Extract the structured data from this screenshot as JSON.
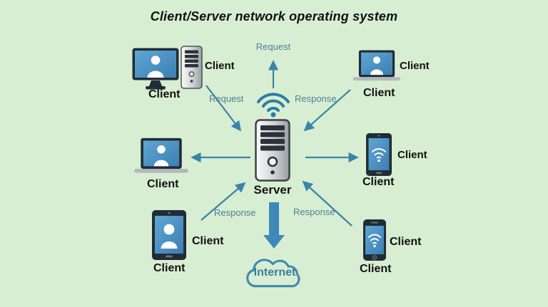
{
  "title": "Client/Server network operating system",
  "server": {
    "label": "Server"
  },
  "internet": {
    "label": "Internet"
  },
  "edges": {
    "top_request": "Request",
    "left_request": "Request",
    "right_response": "Response",
    "bottom_left_response": "Response",
    "bottom_right_response": "Response"
  },
  "clients": {
    "top_left": {
      "device": "desktop-with-tower",
      "side_label": "Client",
      "bottom_label": "Client"
    },
    "top_right": {
      "device": "laptop",
      "side_label": "Client",
      "bottom_label": "Client"
    },
    "middle_left": {
      "device": "laptop",
      "bottom_label": "Client"
    },
    "middle_right": {
      "device": "tablet-wifi",
      "side_label": "Client",
      "bottom_label": "Client"
    },
    "bottom_left": {
      "device": "tablet-person",
      "side_label": "Client",
      "bottom_label": "Client"
    },
    "bottom_right": {
      "device": "smartphone-wifi",
      "side_label": "Client",
      "bottom_label": "Client"
    }
  },
  "colors": {
    "background": "#d8eed2",
    "arrow": "#3a84a8",
    "arrow_thick": "#3d89b8",
    "edge_label": "#4d7f98",
    "screen_blue": "#4793c4",
    "cloud": "#3e8cab",
    "cloud_text": "#35809f",
    "text": "#111111"
  }
}
